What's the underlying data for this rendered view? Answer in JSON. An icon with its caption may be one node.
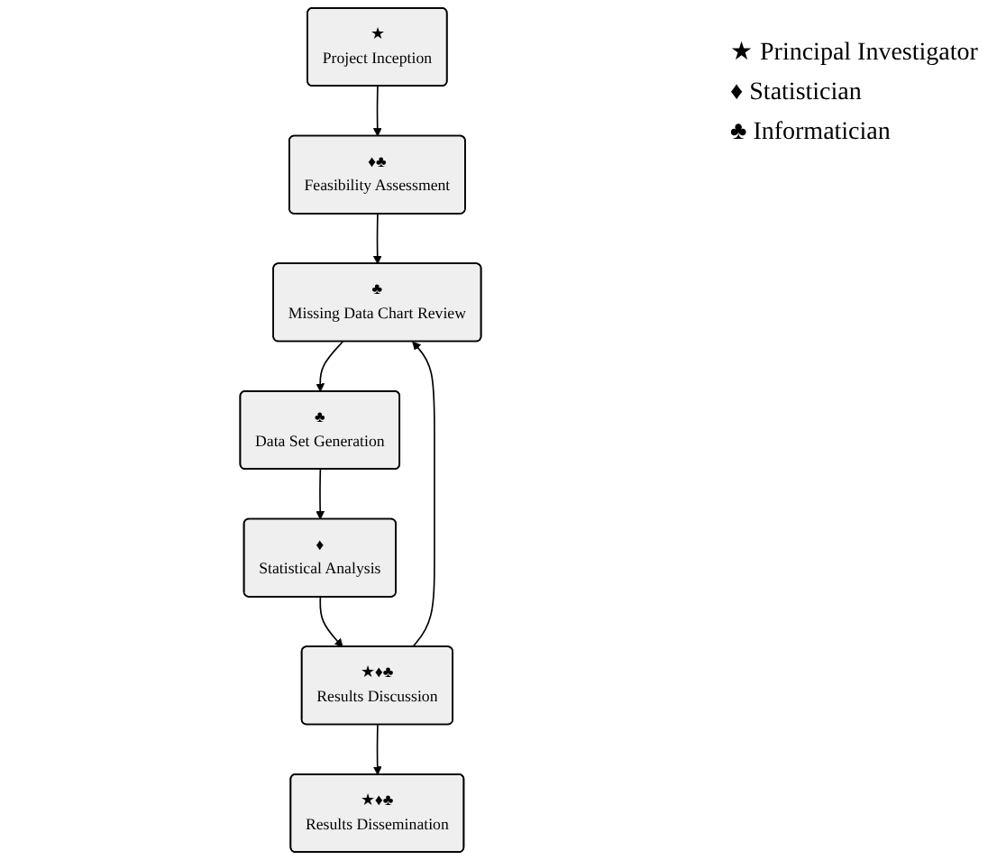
{
  "diagram": {
    "nodes": [
      {
        "text": [
          "★",
          "Project Inception"
        ]
      },
      {
        "text": [
          "♦♣",
          "Feasibility Assessment"
        ]
      },
      {
        "text": [
          "♣",
          "Missing Data Chart Review"
        ]
      },
      {
        "text": [
          "♣",
          "Data Set Generation"
        ]
      },
      {
        "text": [
          "♦",
          "Statistical Analysis"
        ]
      },
      {
        "text": [
          "★♦♣",
          "Results Discussion"
        ]
      },
      {
        "text": [
          "★♦♣",
          "Results Dissemination"
        ]
      }
    ],
    "edges": [
      {
        "from": 0,
        "to": 1,
        "arrow": "to"
      },
      {
        "from": 1,
        "to": 2,
        "arrow": "to"
      },
      {
        "from": 2,
        "to": 3,
        "arrow": "to"
      },
      {
        "from": 3,
        "to": 4,
        "arrow": "to"
      },
      {
        "from": 4,
        "to": 5,
        "arrow": "to"
      },
      {
        "from": 5,
        "to": 2,
        "arrow": "to"
      },
      {
        "from": 5,
        "to": 6,
        "arrow": "to"
      }
    ],
    "labels": [
      "★ Principal Investigator",
      "♦ Statistician",
      "♣ Informatician"
    ]
  }
}
